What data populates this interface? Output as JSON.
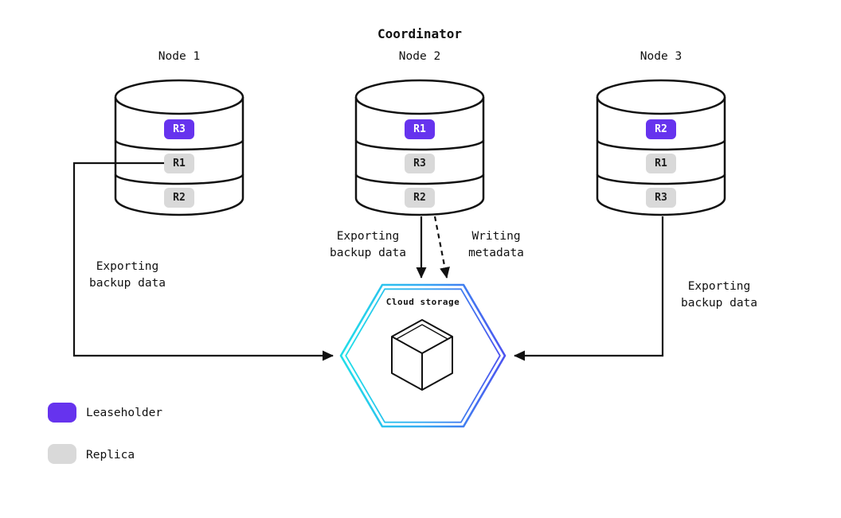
{
  "title": "Coordinator",
  "nodes": [
    {
      "label": "Node 1",
      "replicas": [
        {
          "id": "R3",
          "type": "leaseholder"
        },
        {
          "id": "R1",
          "type": "replica"
        },
        {
          "id": "R2",
          "type": "replica"
        }
      ]
    },
    {
      "label": "Node 2",
      "replicas": [
        {
          "id": "R1",
          "type": "leaseholder"
        },
        {
          "id": "R3",
          "type": "replica"
        },
        {
          "id": "R2",
          "type": "replica"
        }
      ]
    },
    {
      "label": "Node 3",
      "replicas": [
        {
          "id": "R2",
          "type": "leaseholder"
        },
        {
          "id": "R1",
          "type": "replica"
        },
        {
          "id": "R3",
          "type": "replica"
        }
      ]
    }
  ],
  "cloud_storage": {
    "label": "Cloud storage",
    "icon": "cube-icon"
  },
  "edge_labels": {
    "node1_export": "Exporting\nbackup data",
    "node2_export": "Exporting\nbackup data",
    "node2_metadata": "Writing\nmetadata",
    "node3_export": "Exporting\nbackup data"
  },
  "legend": [
    {
      "label": "Leaseholder",
      "color": "#6633ee"
    },
    {
      "label": "Replica",
      "color": "#d9d9d9"
    }
  ],
  "colors": {
    "leaseholder": "#6633ee",
    "replica": "#d9d9d9",
    "line": "#111111",
    "hex_gradient_start": "#20dfe8",
    "hex_gradient_end": "#4d53ef"
  }
}
